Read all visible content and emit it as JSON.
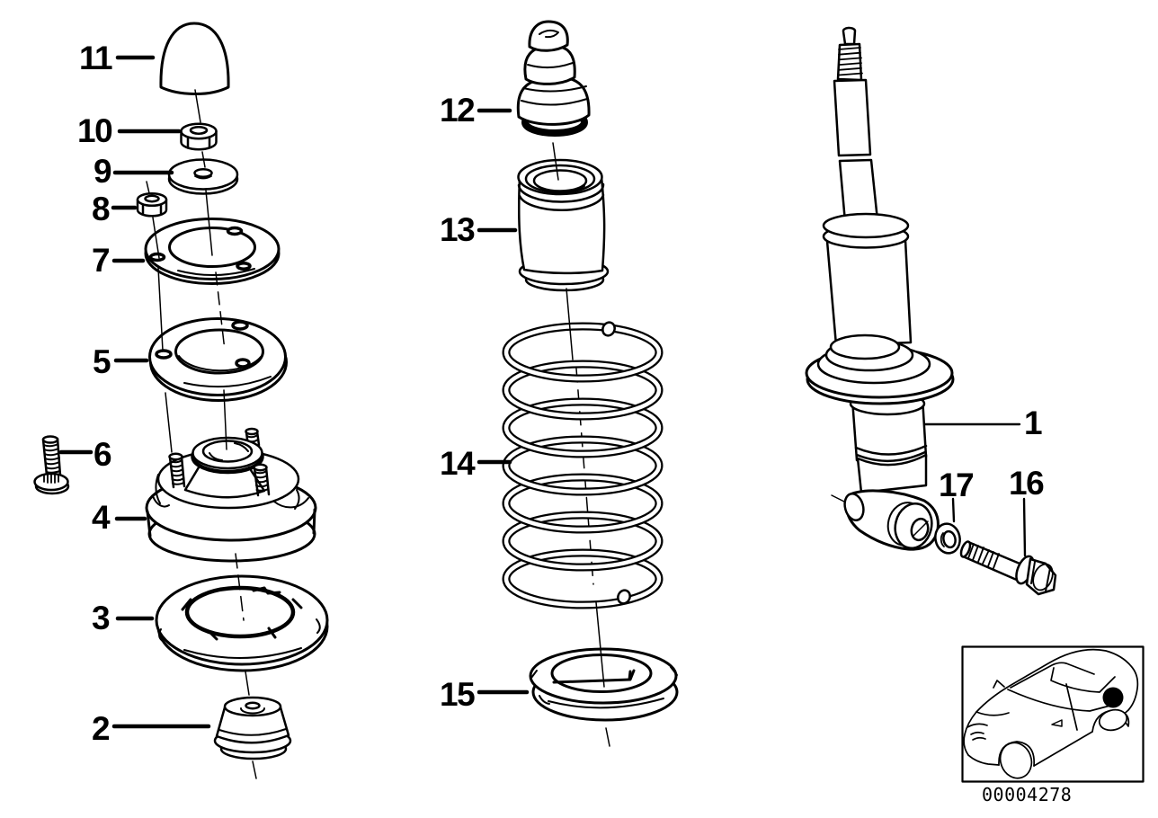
{
  "diagram": {
    "drawing_number": "00004278",
    "ink_color": "#000000",
    "paper_color": "#ffffff"
  },
  "labels": {
    "p1": "1",
    "p2": "2",
    "p3": "3",
    "p4": "4",
    "p5": "5",
    "p6": "6",
    "p7": "7",
    "p8": "8",
    "p9": "9",
    "p10": "10",
    "p11": "11",
    "p12": "12",
    "p13": "13",
    "p14": "14",
    "p15": "15",
    "p16": "16",
    "p17": "17"
  }
}
